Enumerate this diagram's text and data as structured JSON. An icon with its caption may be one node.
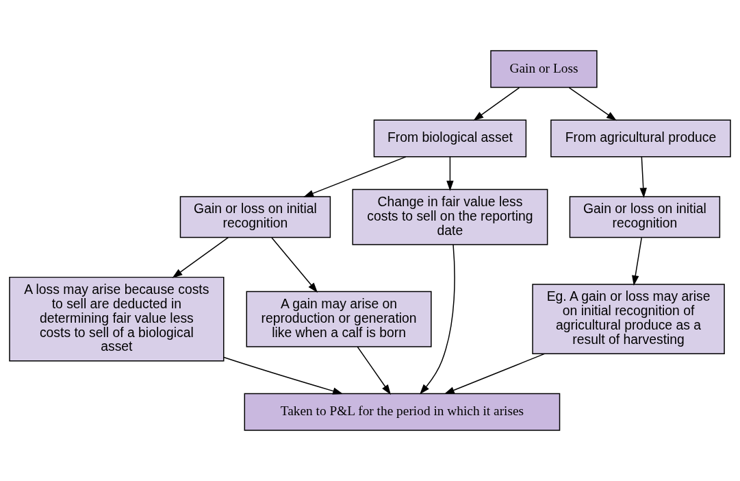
{
  "diagram": {
    "nodes": [
      {
        "text": [
          "Gain or Loss"
        ]
      },
      {
        "text": [
          "From biological asset"
        ]
      },
      {
        "text": [
          "From agricultural produce"
        ]
      },
      {
        "text": [
          "Gain or loss on initial recognition"
        ]
      },
      {
        "text": [
          "Change in fair value less costs to sell on the reporting date"
        ]
      },
      {
        "text": [
          "Gain or loss on initial recognition"
        ]
      },
      {
        "text": [
          "A loss may arise because costs to sell are deducted in determining fair value less costs to sell of a biological asset"
        ]
      },
      {
        "text": [
          "A gain may arise on reproduction or generation like when a calf is born"
        ]
      },
      {
        "text": [
          "Eg. A gain or loss may arise on initial recognition of agricultural produce as a result of harvesting"
        ]
      },
      {
        "text": [
          "Taken to P&L for the period in which it arises"
        ]
      }
    ],
    "edges": [
      {
        "from": 0,
        "to": 1,
        "arrow": "to"
      },
      {
        "from": 0,
        "to": 2,
        "arrow": "to"
      },
      {
        "from": 1,
        "to": 3,
        "arrow": "to"
      },
      {
        "from": 1,
        "to": 4,
        "arrow": "to"
      },
      {
        "from": 2,
        "to": 5,
        "arrow": "to"
      },
      {
        "from": 3,
        "to": 6,
        "arrow": "to"
      },
      {
        "from": 3,
        "to": 7,
        "arrow": "to"
      },
      {
        "from": 5,
        "to": 8,
        "arrow": "to"
      },
      {
        "from": 6,
        "to": 9,
        "arrow": "to"
      },
      {
        "from": 7,
        "to": 9,
        "arrow": "to"
      },
      {
        "from": 4,
        "to": 9,
        "arrow": "to"
      },
      {
        "from": 8,
        "to": 9,
        "arrow": "to"
      }
    ]
  }
}
